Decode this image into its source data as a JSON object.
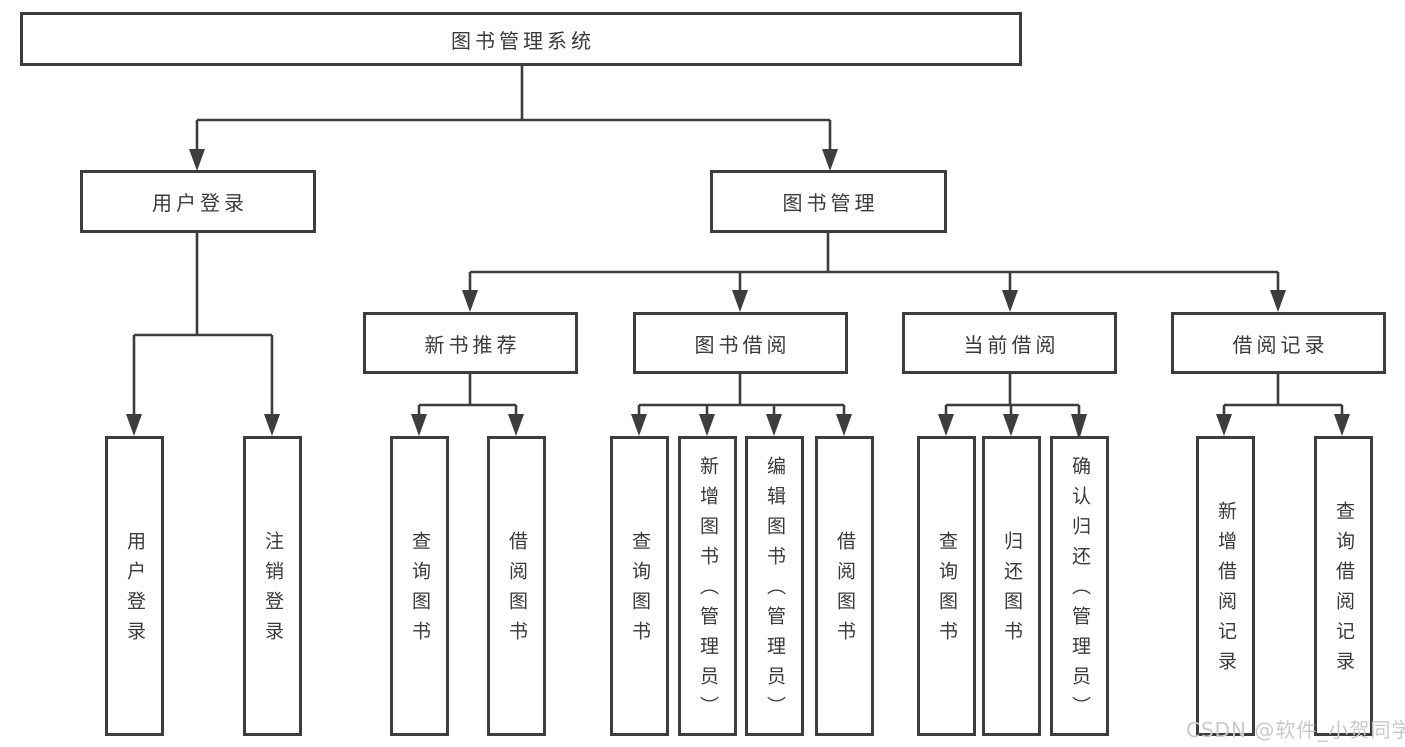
{
  "tree": {
    "label": "图书管理系统",
    "children": [
      {
        "label": "用户登录",
        "children": [
          {
            "label": "用户登录"
          },
          {
            "label": "注销登录"
          }
        ]
      },
      {
        "label": "图书管理",
        "children": [
          {
            "label": "新书推荐",
            "children": [
              {
                "label": "查询图书"
              },
              {
                "label": "借阅图书"
              }
            ]
          },
          {
            "label": "图书借阅",
            "children": [
              {
                "label": "查询图书"
              },
              {
                "label": "新增图书（管理员）"
              },
              {
                "label": "编辑图书（管理员）"
              },
              {
                "label": "借阅图书"
              }
            ]
          },
          {
            "label": "当前借阅",
            "children": [
              {
                "label": "查询图书"
              },
              {
                "label": "归还图书"
              },
              {
                "label": "确认归还（管理员）"
              }
            ]
          },
          {
            "label": "借阅记录",
            "children": [
              {
                "label": "新增借阅记录"
              },
              {
                "label": "查询借阅记录"
              }
            ]
          }
        ]
      }
    ]
  },
  "watermark": {
    "text": "CSDN @软件_小贺同学"
  },
  "colors": {
    "line": "#3d3d3d",
    "text": "#3a3a3a",
    "background": "#ffffff",
    "watermark": "#c9c9c9"
  }
}
